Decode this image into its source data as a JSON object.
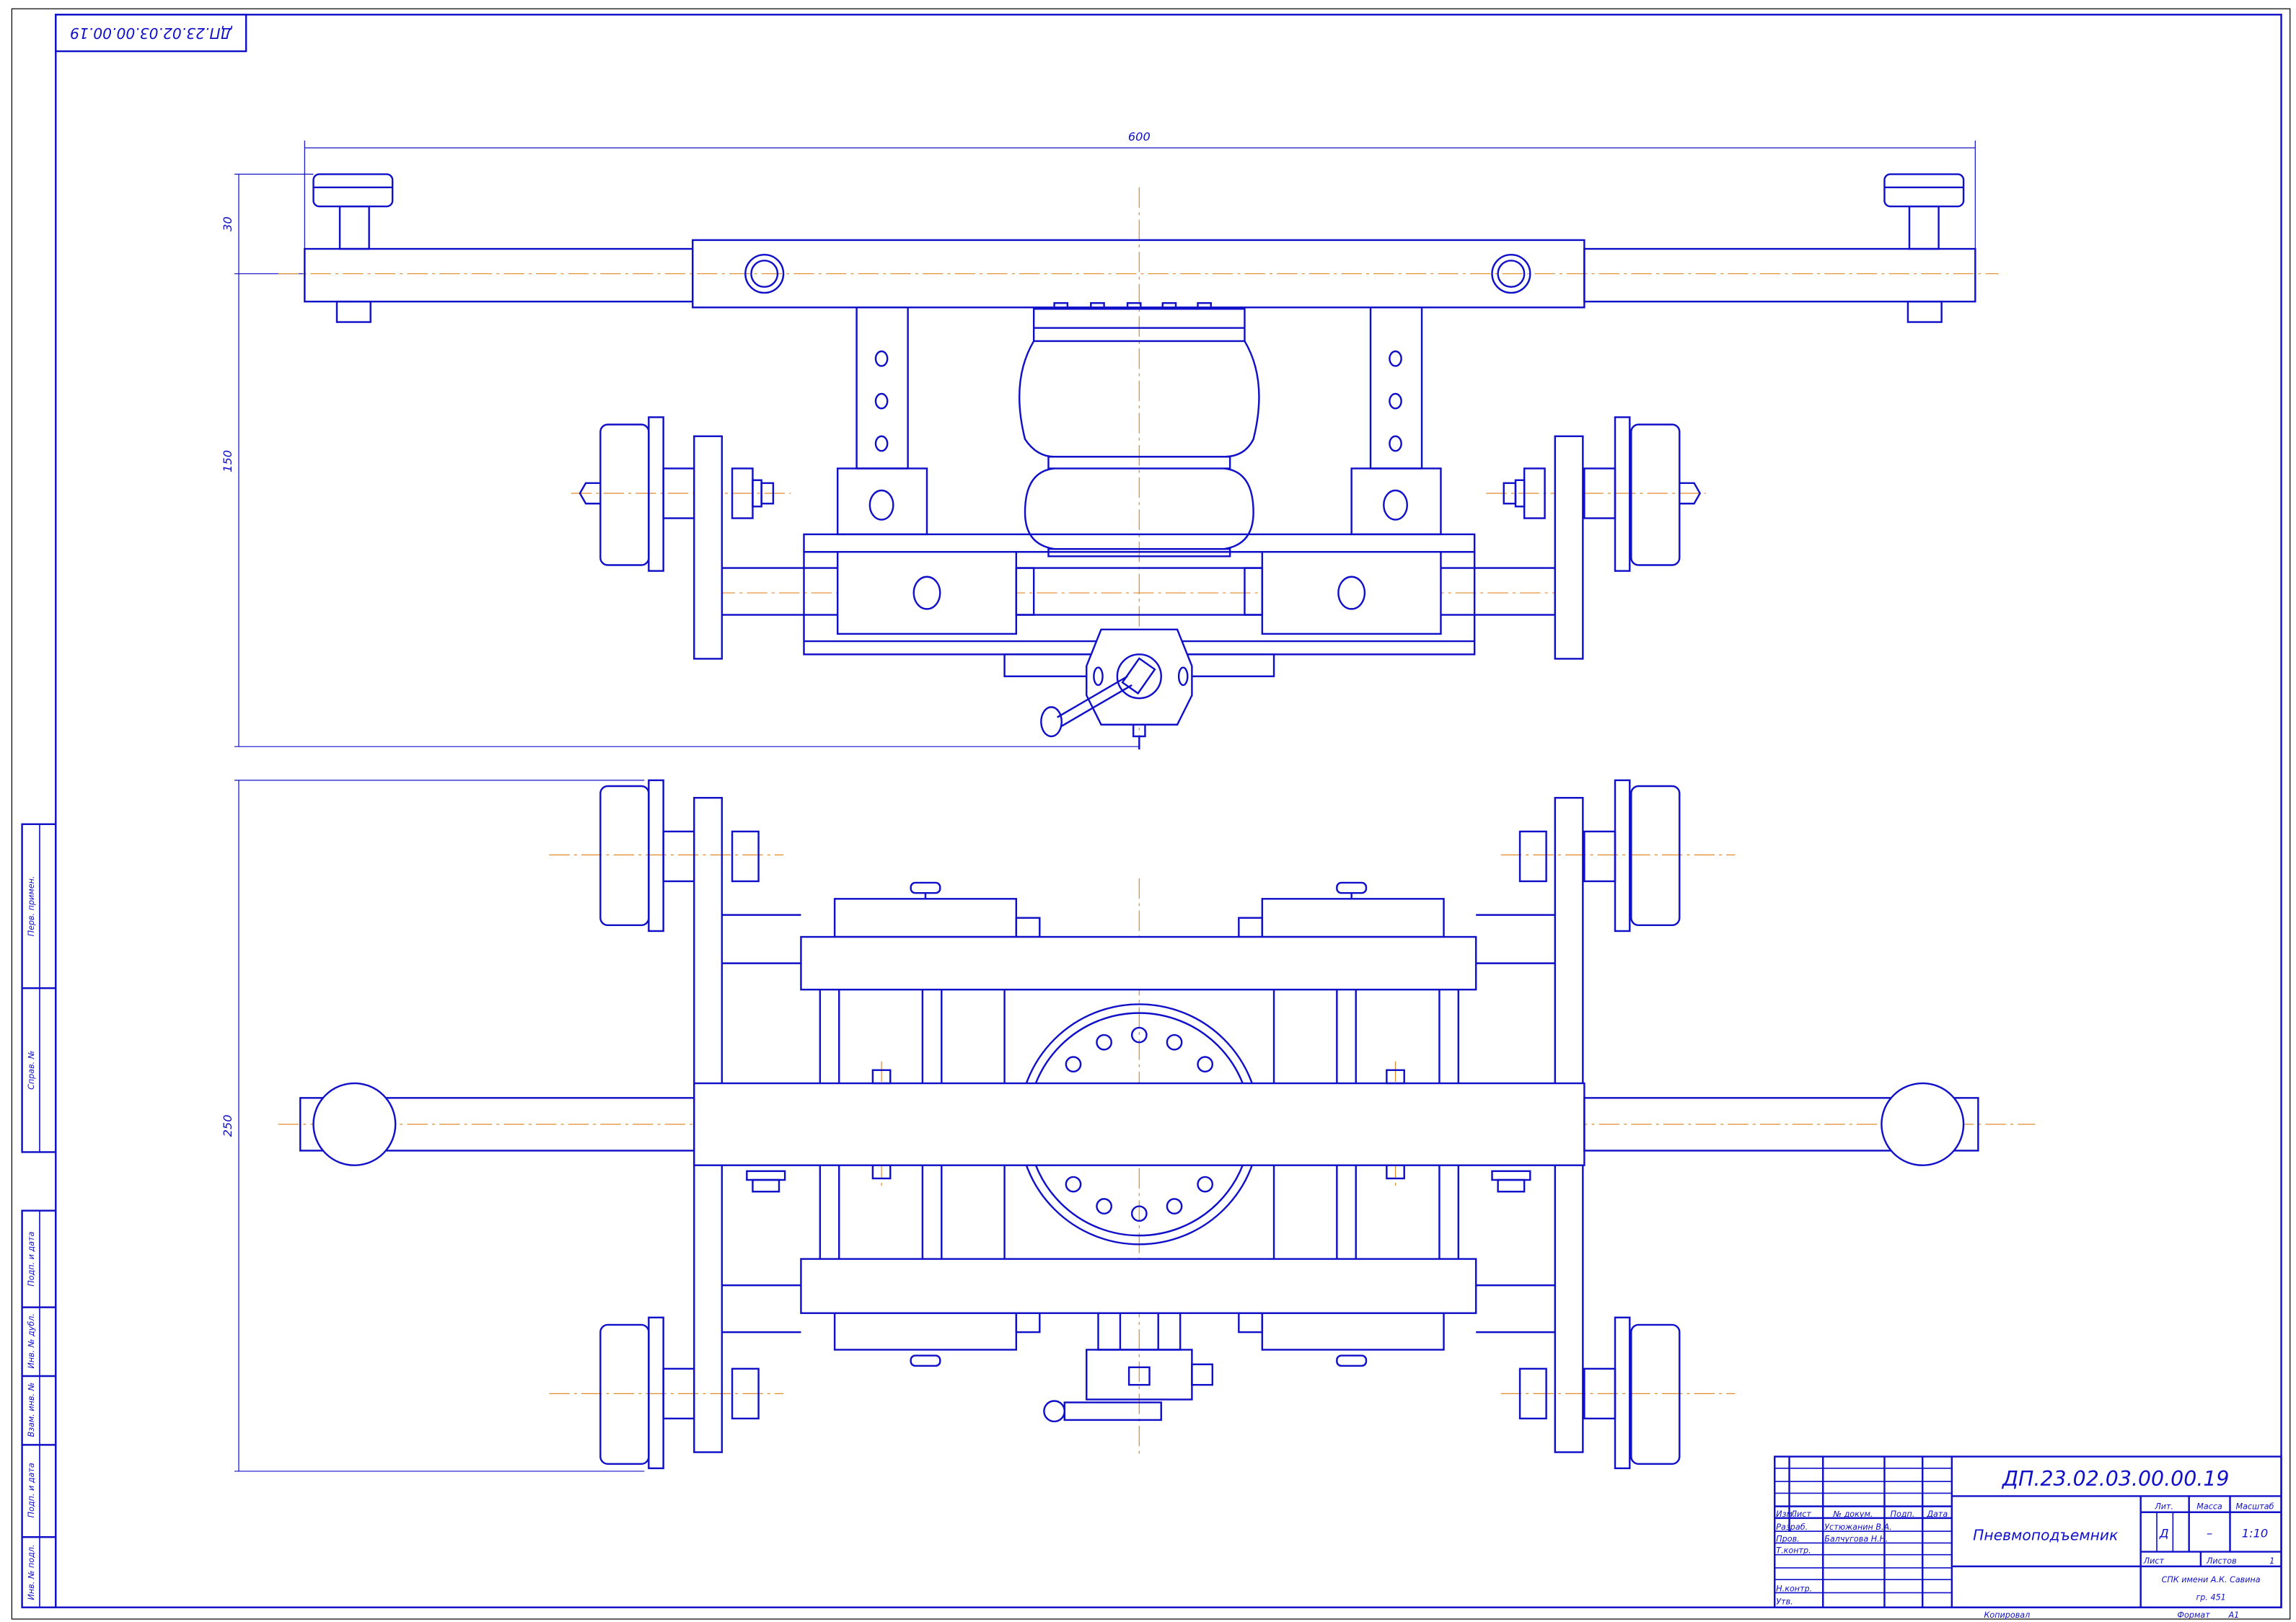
{
  "drawing": {
    "designation": "ДП.23.02.03.00.00.19",
    "corner_stamp": "ДП.23.02.03.00.00.19",
    "title": "Пневмоподъемник",
    "dimensions": {
      "width": "600",
      "top_height": "30",
      "height": "150",
      "length": "250"
    },
    "colors": {
      "lines": "#1010c8",
      "centerlines": "#e08a2a"
    }
  },
  "side_stamp": [
    "Перв. примен.",
    "Справ. №",
    "Подп. и дата",
    "Инв. № дубл.",
    "Взам. инв. №",
    "Подп. и дата",
    "Инв. № подл."
  ],
  "title_block": {
    "headers": [
      "Изм.",
      "Лист",
      "№ докум.",
      "Подп.",
      "Дата"
    ],
    "roles": [
      "Разраб.",
      "Пров.",
      "Т.контр.",
      "",
      "Н.контр.",
      "Утв."
    ],
    "names": [
      "Устюжанин В.А.",
      "Балчугова Н.Н."
    ],
    "lit_label": "Лит.",
    "mass_label": "Масса",
    "scale_label": "Масштаб",
    "lit_value": "Д",
    "mass_value": "–",
    "scale_value": "1:10",
    "sheet_label": "Лист",
    "sheets_label": "Листов",
    "sheets_value": "1",
    "org_line1": "СПК имени А.К. Савина",
    "org_line2": "гр. 451",
    "copied": "Копировал",
    "format_label": "Формат",
    "format_value": "А1"
  }
}
